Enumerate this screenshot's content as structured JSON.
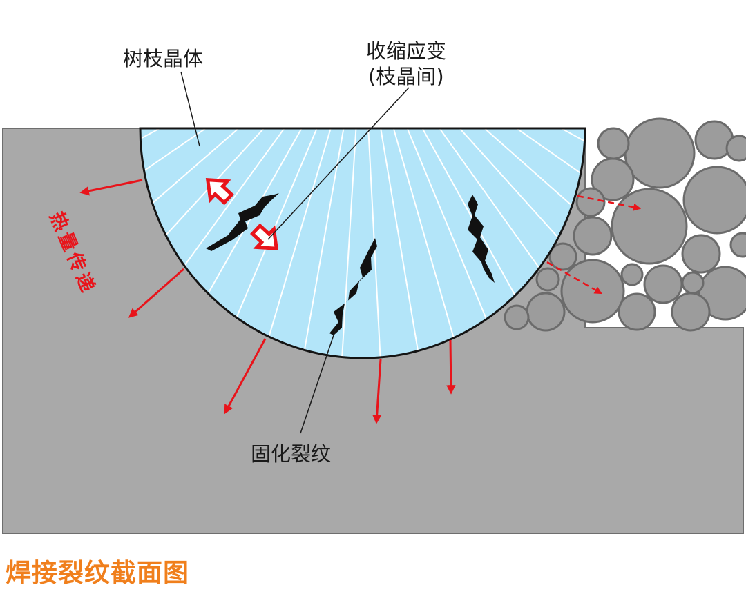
{
  "labels": {
    "dendrite": "树枝晶体",
    "shrinkage_line1": "收缩应变",
    "shrinkage_line2": "(枝晶间)",
    "solidification_crack": "固化裂纹",
    "heat_transfer": [
      "热",
      "量",
      "传",
      "递"
    ]
  },
  "caption": "焊接裂纹截面图",
  "colors": {
    "base_metal": "#a9a9a9",
    "weld_pool": "#b3e5f9",
    "heat_arrow": "#e8141b",
    "caption": "#f07f1c",
    "powder_particle": "#9c9c9c"
  },
  "icons": [
    "heat-arrow",
    "strain-arrow",
    "crack",
    "powder-particle"
  ]
}
